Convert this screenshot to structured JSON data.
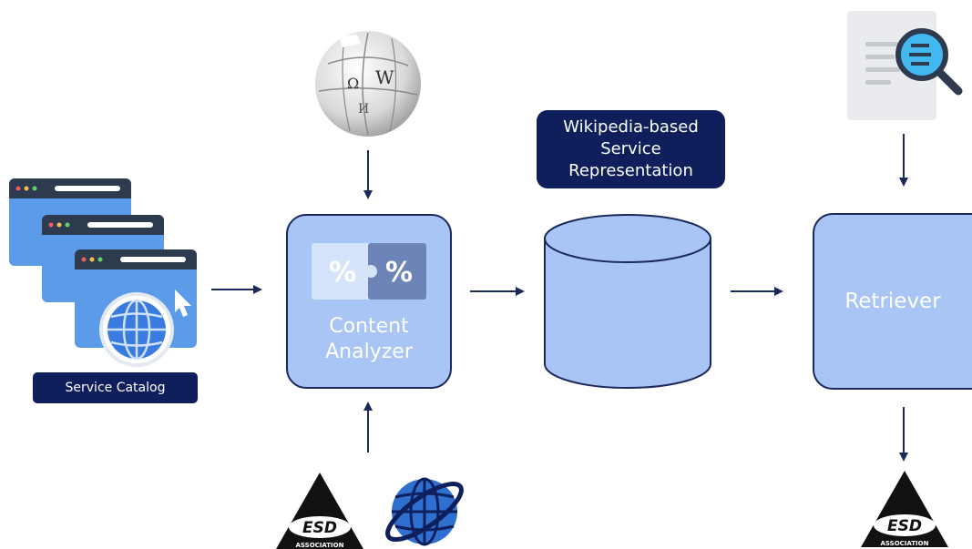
{
  "diagram": {
    "service_catalog_label": "Service Catalog",
    "representation_label": [
      "Wikipedia-based",
      "Service",
      "Representation"
    ],
    "content_analyzer_label": [
      "Content",
      "Analyzer"
    ],
    "retriever_label": "Retriever",
    "wikipedia_globe_glyphs": [
      "Ω",
      "W",
      "И"
    ],
    "esd_logo_text": [
      "ESD",
      "ASSOCIATION"
    ],
    "icons": [
      "browser-window-icon",
      "wikipedia-globe-icon",
      "puzzle-percent-icon",
      "document-search-icon",
      "globe-icon",
      "esd-association-logo"
    ],
    "colors": {
      "navy": "#0f1f5c",
      "box_fill": "#a8c5f5",
      "box_border": "#1b2a5a",
      "arrow": "#1b2a5a",
      "browser_blue": "#5b9be8"
    }
  }
}
